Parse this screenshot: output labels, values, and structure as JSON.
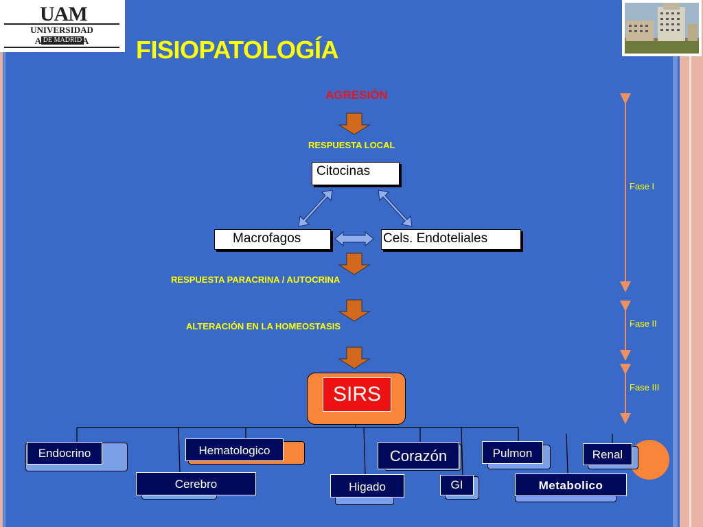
{
  "logo": {
    "uam": "UAM",
    "university": "UNIVERSIDAD AUTONOMA",
    "madrid": "DE MADRID"
  },
  "title": "FISIOPATOLOGÍA",
  "flow": {
    "agresion": "AGRESIÓN",
    "respuesta_local": "RESPUESTA LOCAL",
    "citocinas": "Citocinas",
    "macrofagos": "Macrofagos",
    "cels_endoteliales": "Cels. Endoteliales",
    "respuesta_paracrina": "RESPUESTA PARACRINA / AUTOCRINA",
    "alteracion": "ALTERACIÓN EN LA HOMEOSTASIS",
    "sirs": "SIRS"
  },
  "phases": [
    "Fase I",
    "Fase II",
    "Fase III"
  ],
  "organs": {
    "endocrino": "Endocrino",
    "hematologico": "Hematologico",
    "cerebro": "Cerebro",
    "higado": "Higado",
    "corazon": "Corazón",
    "gi": "GI",
    "pulmon": "Pulmon",
    "renal": "Renal",
    "metabolico": "Metabolico"
  },
  "colors": {
    "background": "#3a6ac8",
    "title": "#ffff00",
    "agresion": "#e8161a",
    "arrow": "#d2691e",
    "sirs": "#ee1111",
    "sirs_frame": "#f8853a",
    "organ_box": "#000a5c"
  }
}
